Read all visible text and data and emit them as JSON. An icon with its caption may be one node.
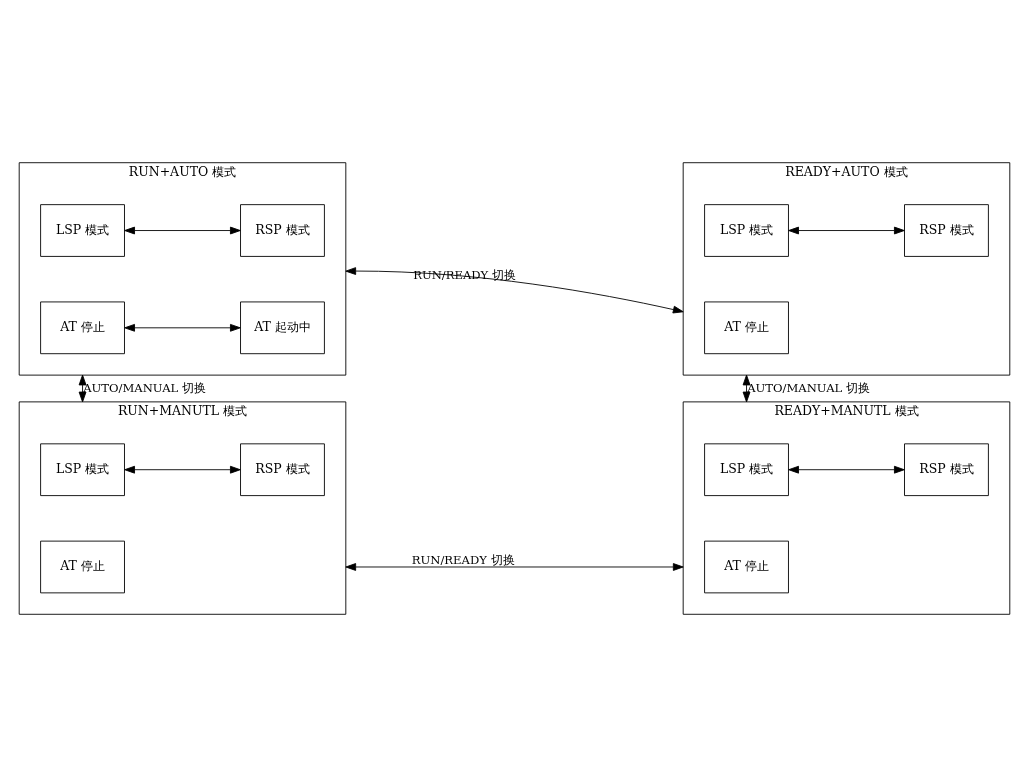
{
  "diagram": {
    "nodes": [
      {
        "text": [
          "RUN+AUTO 模式"
        ]
      },
      {
        "text": [
          "LSP 模式"
        ],
        "in": 0
      },
      {
        "text": [
          "RSP 模式"
        ],
        "in": 0
      },
      {
        "text": [
          "AT 停止"
        ],
        "in": 0
      },
      {
        "text": [
          "AT 起动中"
        ],
        "in": 0
      },
      {
        "text": [
          "READY+AUTO 模式"
        ]
      },
      {
        "text": [
          "LSP 模式"
        ],
        "in": 5
      },
      {
        "text": [
          "RSP 模式"
        ],
        "in": 5
      },
      {
        "text": [
          "AT 停止"
        ],
        "in": 5
      },
      {
        "text": [
          "RUN+MANUTL 模式"
        ]
      },
      {
        "text": [
          "LSP 模式"
        ],
        "in": 9
      },
      {
        "text": [
          "RSP 模式"
        ],
        "in": 9
      },
      {
        "text": [
          "AT 停止"
        ],
        "in": 9
      },
      {
        "text": [
          "READY+MANUTL 模式"
        ]
      },
      {
        "text": [
          "LSP 模式"
        ],
        "in": 13
      },
      {
        "text": [
          "RSP 模式"
        ],
        "in": 13
      },
      {
        "text": [
          "AT 停止"
        ],
        "in": 13
      }
    ],
    "edges": [
      {
        "from": 1,
        "to": 2,
        "arrow": "both"
      },
      {
        "from": 3,
        "to": 4,
        "arrow": "both"
      },
      {
        "from": 0,
        "to": 5,
        "arrow": "both",
        "label": "RUN/READY 切换"
      },
      {
        "from": 6,
        "to": 7,
        "arrow": "both"
      },
      {
        "from": 0,
        "to": 9,
        "arrow": "both",
        "label": "AUTO/MANUAL 切换"
      },
      {
        "from": 5,
        "to": 13,
        "arrow": "both",
        "label": "AUTO/MANUAL 切换"
      },
      {
        "from": 10,
        "to": 11,
        "arrow": "both"
      },
      {
        "from": 9,
        "to": 13,
        "arrow": "both",
        "label": "RUN/READY 切换"
      },
      {
        "from": 14,
        "to": 15,
        "arrow": "both"
      }
    ]
  }
}
